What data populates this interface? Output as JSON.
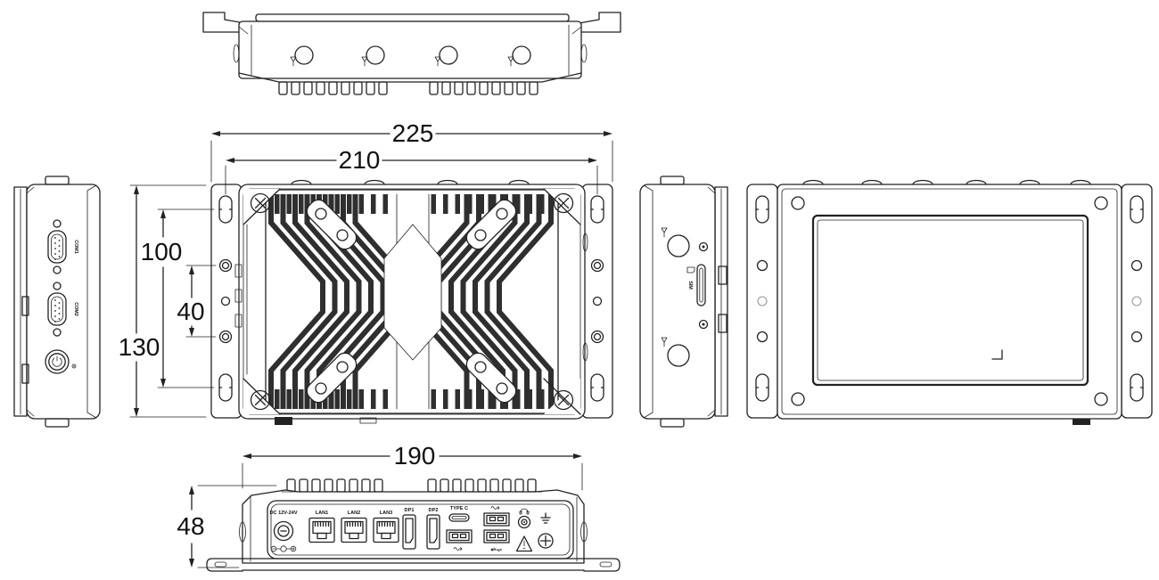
{
  "dims": {
    "overall_width": "225",
    "mount_width": "210",
    "mount_holes_spacing": "100",
    "side_holes_spacing": "40",
    "overall_height": "130",
    "body_width": "190",
    "body_depth": "48"
  },
  "bottom_panel": {
    "power_label": "DC 12V-24V",
    "lan1_label": "LAN1",
    "lan2_label": "LAN2",
    "lan3_label": "LAN3",
    "dp1_label": "DP1",
    "dp2_label": "DP2",
    "typec_label": "TYPE C"
  },
  "left_panel": {
    "com1_label": "COM1",
    "com2_label": "COM2"
  },
  "right_panel": {
    "sim_label": "SIM"
  },
  "icons": {
    "power-icon": "circle-with-bar",
    "antenna-icon": "inverted-triangle-mast",
    "usb2-icon": "usb-trident",
    "usb3-ss-icon": "ss-arrow",
    "audio-jack-icon": "headset",
    "ground-icon": "earth-ground",
    "warning-icon": "triangle-hatched",
    "sim-card-icon": "notched-card",
    "dc-polarity-icon": "minus-center-plus",
    "phillips-screw-icon": "cross-screw",
    "screen-corner-icon": "corner-mark"
  },
  "colors": {
    "line": "#222222",
    "fin_shade": "#2f2f2f",
    "background": "#ffffff"
  }
}
